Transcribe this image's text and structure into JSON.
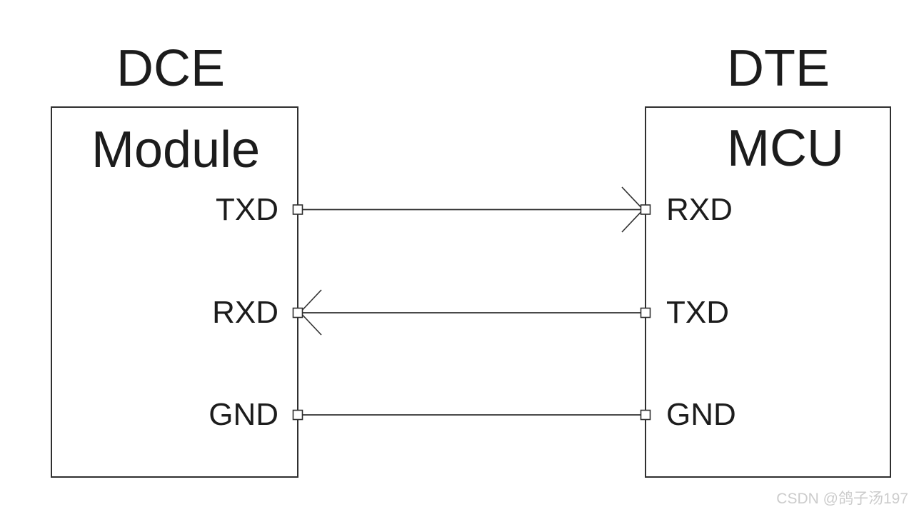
{
  "diagram": {
    "title_meaning": "UART cross connection between modem-side and terminal-side devices",
    "left_device": {
      "title": "DCE",
      "label": "Module",
      "pins": [
        {
          "name": "TXD"
        },
        {
          "name": "RXD"
        },
        {
          "name": "GND"
        }
      ]
    },
    "right_device": {
      "title": "DTE",
      "label": "MCU",
      "pins": [
        {
          "name": "RXD"
        },
        {
          "name": "TXD"
        },
        {
          "name": "GND"
        }
      ]
    },
    "connections": [
      {
        "from": "DCE TXD",
        "to": "DTE RXD",
        "direction": "right"
      },
      {
        "from": "DTE TXD",
        "to": "DCE RXD",
        "direction": "left"
      },
      {
        "from": "DCE GND",
        "to": "DTE GND",
        "direction": "none"
      }
    ]
  },
  "watermark": "CSDN @鸽子汤197",
  "colors": {
    "line": "#2f2f2f",
    "text": "#1c1c1c",
    "watermark": "#cccccc",
    "background": "#ffffff"
  }
}
